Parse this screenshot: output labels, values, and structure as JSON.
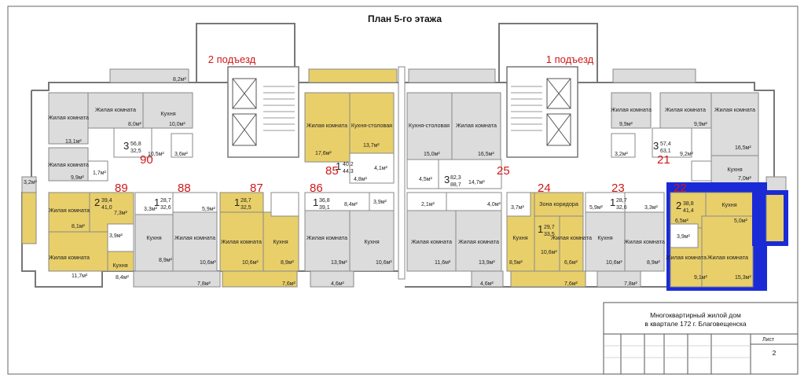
{
  "title": "План 5-го этажа",
  "entrances": [
    {
      "label": "2 подъезд"
    },
    {
      "label": "1 подъезд"
    }
  ],
  "apartment_numbers": [
    "90",
    "89",
    "88",
    "87",
    "86",
    "85",
    "25",
    "24",
    "23",
    "22",
    "21"
  ],
  "apartments": [
    {
      "num": "3",
      "area_total": "56,8",
      "area_living": "32,5"
    },
    {
      "num": "2",
      "area_total": "39,4",
      "area_living": "41,0"
    },
    {
      "num": "1",
      "area_total": "28,7",
      "area_living": "32,6"
    },
    {
      "num": "1",
      "area_total": "28,7",
      "area_living": "32,5"
    },
    {
      "num": "1",
      "area_total": "36,8",
      "area_living": "39,1"
    },
    {
      "num": "1",
      "area_total": "40,2",
      "area_living": "44,3"
    },
    {
      "num": "3",
      "area_total": "82,3",
      "area_living": "88,7"
    },
    {
      "num": "1",
      "area_total": "29,7",
      "area_living": "33,5"
    },
    {
      "num": "1",
      "area_total": "28,7",
      "area_living": "32,6"
    },
    {
      "num": "2",
      "area_total": "38,8",
      "area_living": "41,4"
    },
    {
      "num": "3",
      "area_total": "57,4",
      "area_living": "63,1"
    }
  ],
  "room_labels": {
    "living": "Жилая комната",
    "kitchen": "Кухня",
    "kitchen_dining": "Кухня-столовая",
    "corridor_zone": "Зона коридора"
  },
  "areas": [
    "8,2м²",
    "13,1м²",
    "8,0м²",
    "10,0м²",
    "10,5м²",
    "3,6м²",
    "9,9м²",
    "1,7м²",
    "3,2м²",
    "17,6м²",
    "13,7м²",
    "4,1м²",
    "4,8м²",
    "15,0м²",
    "16,5м²",
    "4,5м²",
    "14,7м²",
    "2,1м²",
    "4,0м²",
    "9,9м²",
    "9,9м²",
    "16,5м²",
    "3,2м²",
    "9,2м²",
    "7,0м²",
    "8,1м²",
    "7,3м²",
    "3,9м²",
    "11,7м²",
    "8,4м²",
    "3,3м²",
    "5,9м²",
    "8,9м²",
    "10,6м²",
    "7,8м²",
    "10,6м²",
    "8,9м²",
    "7,6м²",
    "8,4м²",
    "3,9м²",
    "13,9м²",
    "10,6м²",
    "4,6м²",
    "11,6м²",
    "13,9м²",
    "4,6м²",
    "3,7м²",
    "8,5м²",
    "10,6м²",
    "6,6м²",
    "7,6м²",
    "5,9м²",
    "3,3м²",
    "10,6м²",
    "8,9м²",
    "7,8м²",
    "6,5м²",
    "5,0м²",
    "3,9м²",
    "9,1м²",
    "15,3м²"
  ],
  "stamp": {
    "line1": "Многоквартирный жилой дом",
    "line2": "в квартале 172 г. Благовещенска",
    "sheet_label": "Лист",
    "sheet_value": "2"
  },
  "colors": {
    "wall": "#8c8c8c",
    "room_gray": "#dcdcdc",
    "room_yellow": "#e9cf6a",
    "highlight_blue": "#1a2bd6",
    "number_red": "#d01818"
  }
}
